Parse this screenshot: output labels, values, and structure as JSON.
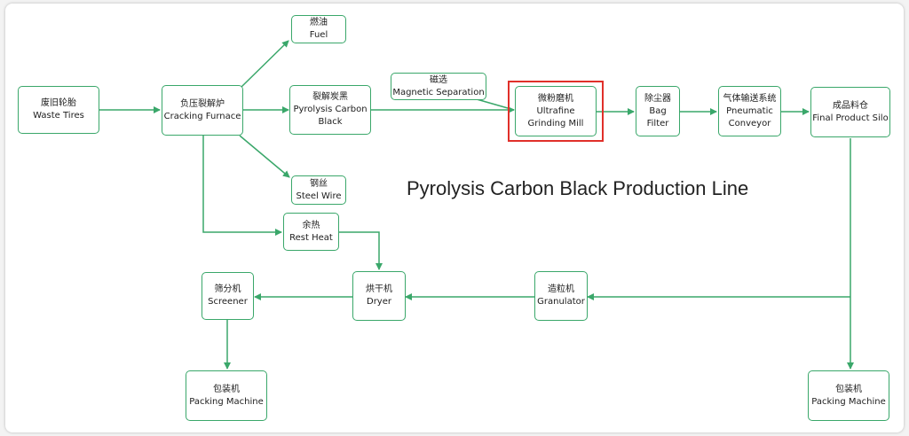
{
  "title": "Pyrolysis Carbon Black Production Line",
  "colors": {
    "edge": "#3aa76a",
    "border": "#3aa76a",
    "highlight": "#e0302a"
  },
  "nodes": {
    "waste_tires": {
      "zh": "废旧轮胎",
      "en": "Waste Tires"
    },
    "cracking_furnace": {
      "zh": "负压裂解炉",
      "en": "Cracking Furnace"
    },
    "fuel": {
      "zh": "燃油",
      "en": "Fuel"
    },
    "pyrolysis_carbon_black": {
      "zh": "裂解炭黑",
      "en1": "Pyrolysis Carbon",
      "en2": "Black"
    },
    "steel_wire": {
      "zh": "钢丝",
      "en": "Steel Wire"
    },
    "magnetic_separation": {
      "zh": "磁选",
      "en": "Magnetic Separation"
    },
    "ultrafine_grinding_mill": {
      "zh": "微粉磨机",
      "en1": "Ultrafine",
      "en2": "Grinding Mill"
    },
    "bag_filter": {
      "zh": "除尘器",
      "en1": "Bag",
      "en2": "Filter"
    },
    "pneumatic_conveyor": {
      "zh": "气体输送系统",
      "en1": "Pneumatic",
      "en2": "Conveyor"
    },
    "final_product_silo": {
      "zh": "成品料仓",
      "en": "Final Product Silo"
    },
    "rest_heat": {
      "zh": "余热",
      "en": "Rest Heat"
    },
    "dryer": {
      "zh": "烘干机",
      "en": "Dryer"
    },
    "granulator": {
      "zh": "造粒机",
      "en": "Granulator"
    },
    "screener": {
      "zh": "筛分机",
      "en": "Screener"
    },
    "packing_machine_left": {
      "zh": "包装机",
      "en": "Packing Machine"
    },
    "packing_machine_right": {
      "zh": "包装机",
      "en": "Packing Machine"
    }
  }
}
